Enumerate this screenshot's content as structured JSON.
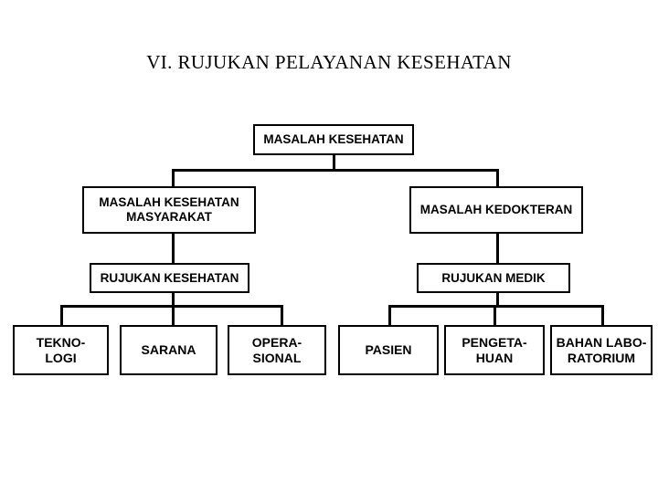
{
  "slide": {
    "title": "VI. RUJUKAN PELAYANAN KESEHATAN",
    "background_color": "#FFFFFF",
    "line_color": "#000000",
    "text_color": "#000000"
  },
  "diagram": {
    "type": "organization-chart",
    "nodes": {
      "root": "MASALAH KESEHATAN",
      "left_branch": "MASALAH KESEHATAN\nMASYARAKAT",
      "right_branch": "MASALAH KEDOKTERAN",
      "left_mid": "RUJUKAN KESEHATAN",
      "right_mid": "RUJUKAN MEDIK",
      "left_leaf_1": "TEKNO-\nLOGI",
      "left_leaf_2": "SARANA",
      "left_leaf_3": "OPERA-\nSIONAL",
      "right_leaf_1": "PASIEN",
      "right_leaf_2": "PENGETA-\nHUAN",
      "right_leaf_3": "BAHAN LABO-\nRATORIUM"
    }
  }
}
